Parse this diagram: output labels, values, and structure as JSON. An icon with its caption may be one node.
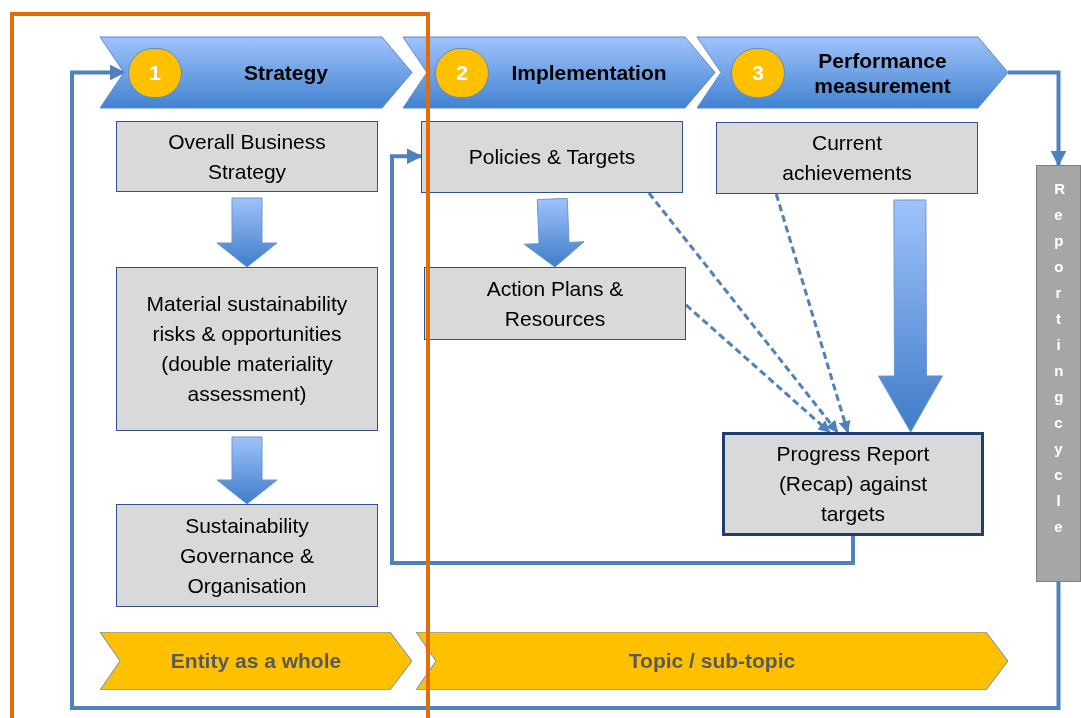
{
  "diagram": {
    "nodes": [
      {
        "text": [
          "Strategy"
        ]
      },
      {
        "text": [
          "1"
        ],
        "in": 0
      },
      {
        "text": [
          "Implementation"
        ]
      },
      {
        "text": [
          "2"
        ],
        "in": 2
      },
      {
        "text": [
          "Performance measurement"
        ]
      },
      {
        "text": [
          "3"
        ],
        "in": 4
      },
      {
        "text": [
          "Overall Business Strategy"
        ]
      },
      {
        "text": [
          "Material sustainability risks & opportunities (double materiality assessment)"
        ]
      },
      {
        "text": [
          "Sustainability Governance & Organisation"
        ]
      },
      {
        "text": [
          "Policies & Targets"
        ]
      },
      {
        "text": [
          "Action Plans & Resources"
        ]
      },
      {
        "text": [
          "Current achievements"
        ]
      },
      {
        "text": [
          "Progress Report (Recap) against targets"
        ]
      },
      {
        "text": [
          "Reporting cycle"
        ]
      },
      {
        "text": [
          "Entity as a whole"
        ]
      },
      {
        "text": [
          "Topic / sub-topic"
        ]
      }
    ],
    "edges": [
      {
        "from": 6,
        "to": 7,
        "arrow": "to",
        "style": "thick"
      },
      {
        "from": 7,
        "to": 8,
        "arrow": "to",
        "style": "thick"
      },
      {
        "from": 9,
        "to": 10,
        "arrow": "to",
        "style": "thick"
      },
      {
        "from": 11,
        "to": 12,
        "arrow": "to",
        "style": "thick"
      },
      {
        "from": 9,
        "to": 12,
        "arrow": "to",
        "style": "dashed"
      },
      {
        "from": 10,
        "to": 12,
        "arrow": "to",
        "style": "dashed"
      },
      {
        "from": 11,
        "to": 12,
        "arrow": "to",
        "style": "dashed"
      },
      {
        "from": 12,
        "to": 9,
        "arrow": "to"
      },
      {
        "from": 4,
        "to": 13,
        "arrow": "to"
      },
      {
        "from": 13,
        "to": 0,
        "arrow": "to"
      }
    ]
  }
}
